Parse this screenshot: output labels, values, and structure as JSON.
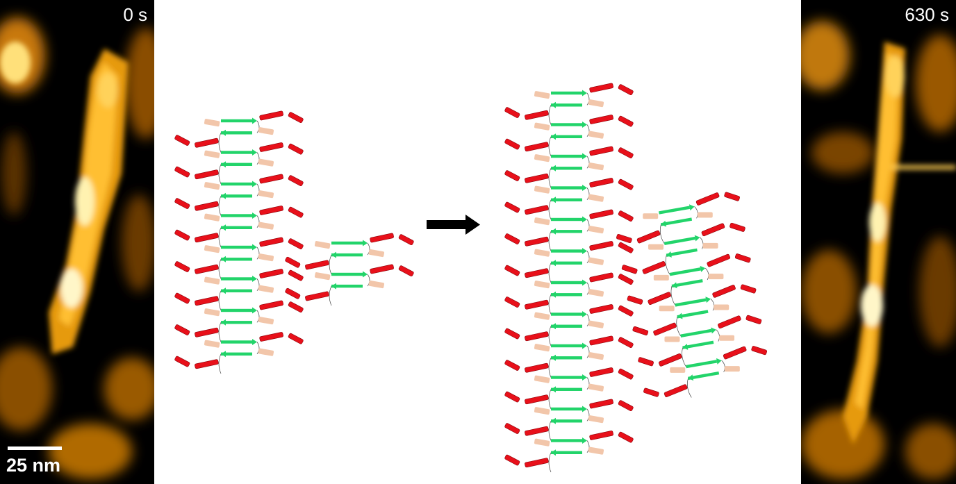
{
  "panels": {
    "left": {
      "time_label": "0 s",
      "scale_label": "25 nm"
    },
    "right": {
      "time_label": "630 s"
    }
  },
  "colors": {
    "strand": "#22d46a",
    "helix_outer": "#e8101a",
    "helix_inner": "#f2c6aa",
    "arrow": "#000000",
    "afm_bright": "#ffd25a",
    "afm_mid": "#e69a10",
    "afm_dark": "#000000"
  },
  "icons": {
    "arrow": "right-arrow-icon"
  }
}
